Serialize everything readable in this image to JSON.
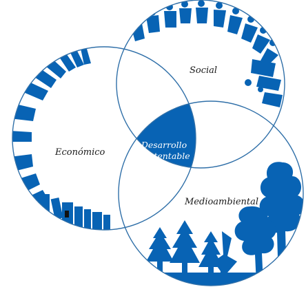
{
  "diagram": {
    "labels": {
      "social": "Social",
      "economic": "Económico",
      "environmental": "Medioambiental",
      "center_line1": "Desarrollo",
      "center_line2": "Sustentable"
    },
    "colors": {
      "accent": "#0863b4",
      "outline": "#2f6fa8",
      "background": "#ffffff",
      "label_text": "#1a1a1a",
      "center_text": "#ffffff"
    },
    "icons": {
      "social": "people-silhouettes-icon",
      "economic": "city-skyline-icon",
      "environmental": "forest-trees-icon"
    }
  }
}
